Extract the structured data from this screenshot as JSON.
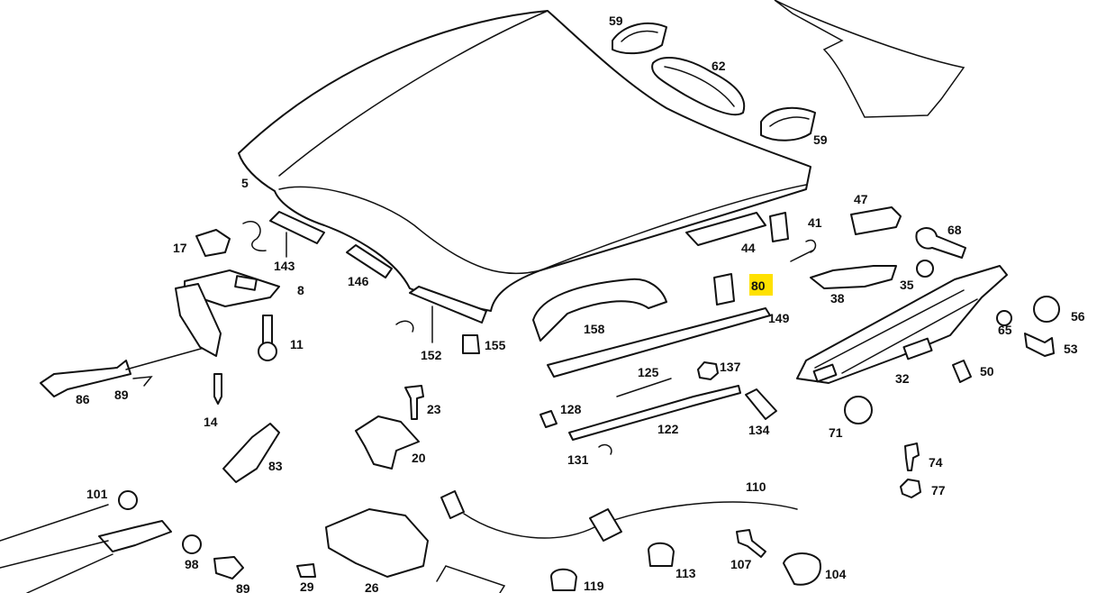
{
  "highlight": {
    "label": "80",
    "color": "#ffe100"
  },
  "labels": {
    "l59a": "59",
    "l62": "62",
    "l59b": "59",
    "l5": "5",
    "l17": "17",
    "l143": "143",
    "l8": "8",
    "l146": "146",
    "l47": "47",
    "l41": "41",
    "l44": "44",
    "l68": "68",
    "l38": "38",
    "l35": "35",
    "l80": "80",
    "l149": "149",
    "l158": "158",
    "l155": "155",
    "l152": "152",
    "l11": "11",
    "l56": "56",
    "l65": "65",
    "l53": "53",
    "l32": "32",
    "l50": "50",
    "l86": "86",
    "l89a": "89",
    "l14": "14",
    "l23": "23",
    "l125": "125",
    "l137": "137",
    "l128": "128",
    "l122": "122",
    "l134": "134",
    "l71": "71",
    "l131": "131",
    "l83": "83",
    "l20": "20",
    "l74": "74",
    "l77": "77",
    "l101": "101",
    "l110": "110",
    "l98": "98",
    "l29": "29",
    "l26": "26",
    "l89b": "89",
    "l119": "119",
    "l113": "113",
    "l107": "107",
    "l104": "104"
  }
}
